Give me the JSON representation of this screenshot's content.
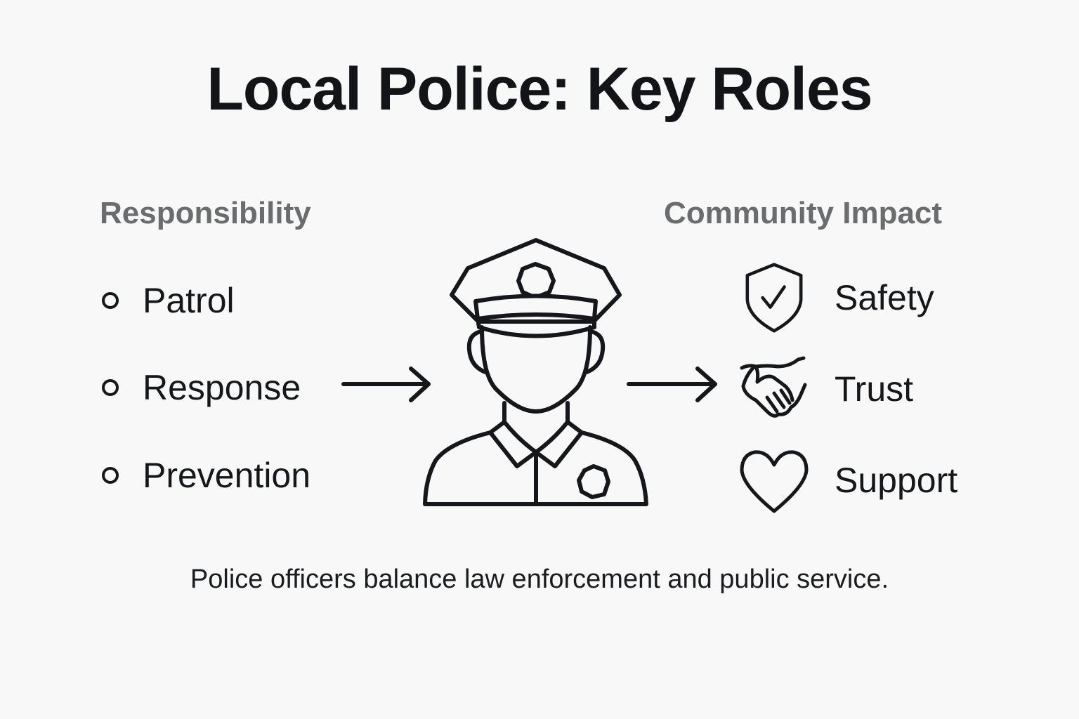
{
  "title": "Local Police: Key Roles",
  "responsibility": {
    "header": "Responsibility",
    "items": [
      {
        "label": "Patrol",
        "icon": "circle-bullet-icon"
      },
      {
        "label": "Response",
        "icon": "circle-bullet-icon"
      },
      {
        "label": "Prevention",
        "icon": "circle-bullet-icon"
      }
    ]
  },
  "center": {
    "icon": "police-officer-icon",
    "arrows": [
      "arrow-right-icon",
      "arrow-right-icon"
    ]
  },
  "community_impact": {
    "header": "Community Impact",
    "items": [
      {
        "label": "Safety",
        "icon": "shield-check-icon"
      },
      {
        "label": "Trust",
        "icon": "handshake-icon"
      },
      {
        "label": "Support",
        "icon": "heart-icon"
      }
    ]
  },
  "footer": "Police officers balance law enforcement and public service.",
  "colors": {
    "background": "#f8f8f8",
    "text": "#15171b",
    "header_gray": "#6b6c6e"
  }
}
